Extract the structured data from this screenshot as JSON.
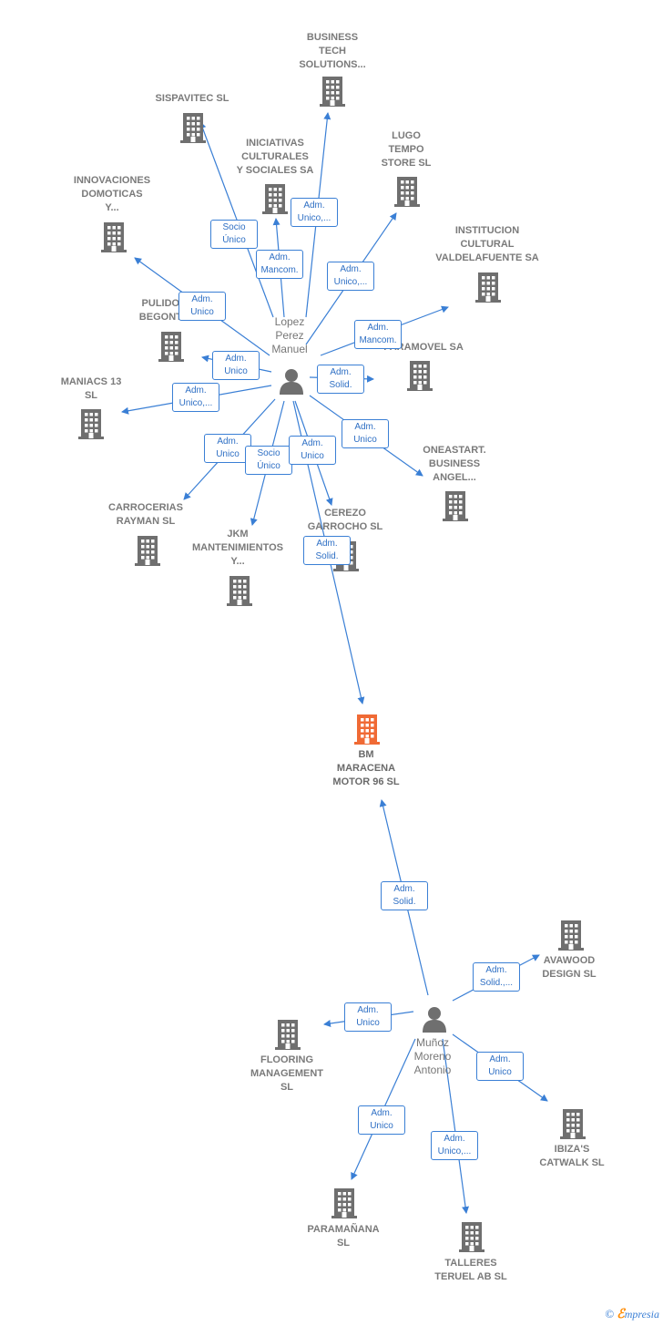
{
  "colors": {
    "link": "#3a7fd5",
    "building": "#6f6f6f",
    "highlight": "#f06a35",
    "person": "#6f6f6f"
  },
  "persons": [
    {
      "id": "lopez",
      "label": "Lopez\nPerez\nManuel"
    },
    {
      "id": "munoz",
      "label": "Muñoz\nMoreno\nAntonio"
    }
  ],
  "companies": [
    {
      "id": "business",
      "label": "BUSINESS\nTECH\nSOLUTIONS..."
    },
    {
      "id": "sispavitec",
      "label": "SISPAVITEC SL"
    },
    {
      "id": "iniciativas",
      "label": "INICIATIVAS\nCULTURALES\nY SOCIALES SA"
    },
    {
      "id": "lugo",
      "label": "LUGO\nTEMPO\nSTORE SL"
    },
    {
      "id": "innovaciones",
      "label": "INNOVACIONES\nDOMOTICAS\nY..."
    },
    {
      "id": "institucion",
      "label": "INSTITUCION\nCULTURAL\nVALDELAFUENTE SA"
    },
    {
      "id": "pulidos",
      "label": "PULIDOS\nBEGONTE"
    },
    {
      "id": "paramovel",
      "label": "PARAMOVEL SA"
    },
    {
      "id": "maniacs",
      "label": "MANIACS 13\nSL"
    },
    {
      "id": "oneastart",
      "label": "ONEASTART.\nBUSINESS\nANGEL..."
    },
    {
      "id": "carrocerias",
      "label": "CARROCERIAS\nRAYMAN SL"
    },
    {
      "id": "jkm",
      "label": "JKM\nMANTENIMIENTOS\nY..."
    },
    {
      "id": "cerezo",
      "label": "CEREZO\nGARROCHO SL"
    },
    {
      "id": "bm",
      "label": "BM\nMARACENA\nMOTOR 96  SL",
      "highlight": true
    },
    {
      "id": "avawood",
      "label": "AVAWOOD\nDESIGN  SL"
    },
    {
      "id": "flooring",
      "label": "FLOORING\nMANAGEMENT\nSL"
    },
    {
      "id": "ibiza",
      "label": "IBIZA'S\nCATWALK SL"
    },
    {
      "id": "paramanana",
      "label": "PARAMAÑANA\nSL"
    },
    {
      "id": "talleres",
      "label": "TALLERES\nTERUEL AB  SL"
    }
  ],
  "relations": [
    {
      "from": "lopez",
      "to": "business",
      "label": "Adm.\nUnico,..."
    },
    {
      "from": "lopez",
      "to": "sispavitec",
      "label": "Socio\nÚnico"
    },
    {
      "from": "lopez",
      "to": "iniciativas",
      "label": "Adm.\nMancom."
    },
    {
      "from": "lopez",
      "to": "lugo",
      "label": "Adm.\nUnico,..."
    },
    {
      "from": "lopez",
      "to": "innovaciones",
      "label": "Adm.\nUnico"
    },
    {
      "from": "lopez",
      "to": "institucion",
      "label": "Adm.\nMancom."
    },
    {
      "from": "lopez",
      "to": "pulidos",
      "label": "Adm.\nUnico"
    },
    {
      "from": "lopez",
      "to": "paramovel",
      "label": "Adm.\nSolid."
    },
    {
      "from": "lopez",
      "to": "maniacs",
      "label": "Adm.\nUnico,..."
    },
    {
      "from": "lopez",
      "to": "oneastart",
      "label": "Adm.\nUnico"
    },
    {
      "from": "lopez",
      "to": "carrocerias",
      "label": "Adm.\nUnico"
    },
    {
      "from": "lopez",
      "to": "jkm",
      "label": "Socio\nÚnico"
    },
    {
      "from": "lopez",
      "to": "cerezo",
      "label": "Adm.\nUnico"
    },
    {
      "from": "lopez",
      "to": "bm",
      "label": "Adm.\nSolid."
    },
    {
      "from": "munoz",
      "to": "bm",
      "label": "Adm.\nSolid."
    },
    {
      "from": "munoz",
      "to": "avawood",
      "label": "Adm.\nSolid.,..."
    },
    {
      "from": "munoz",
      "to": "flooring",
      "label": "Adm.\nUnico"
    },
    {
      "from": "munoz",
      "to": "ibiza",
      "label": "Adm.\nUnico"
    },
    {
      "from": "munoz",
      "to": "paramanana",
      "label": "Adm.\nUnico"
    },
    {
      "from": "munoz",
      "to": "talleres",
      "label": "Adm.\nUnico,..."
    }
  ],
  "footer": {
    "copyright": "©",
    "brand_initial": "ℰ",
    "brand_rest": "mpresia"
  }
}
